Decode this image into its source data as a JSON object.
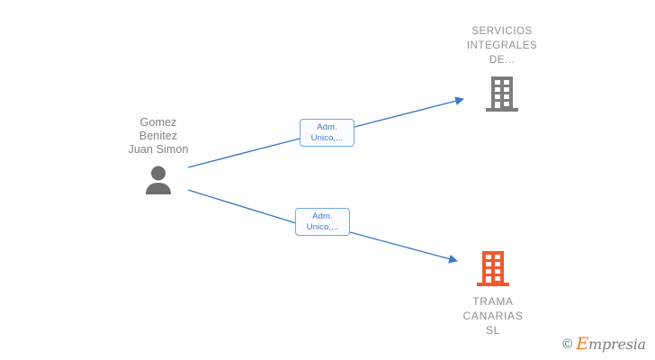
{
  "diagram": {
    "type": "relationship-graph",
    "background": "#ffffff",
    "person": {
      "name": "Gomez\nBenitez\nJuan Simon",
      "icon": "person-icon",
      "icon_color": "#6e6e6e"
    },
    "companies": [
      {
        "name": "SERVICIOS\nINTEGRALES\nDE...",
        "icon": "building-icon",
        "icon_color": "#7d7d7d",
        "label_position": "above"
      },
      {
        "name": "TRAMA\nCANARIAS\nSL",
        "icon": "building-icon",
        "icon_color": "#f4582a",
        "label_position": "below"
      }
    ],
    "edges": [
      {
        "label": "Adm.\nUnico,...",
        "color": "#3a79c9",
        "from": "person",
        "to": "SERVICIOS INTEGRALES DE..."
      },
      {
        "label": "Adm.\nUnico,...",
        "color": "#3a79c9",
        "from": "person",
        "to": "TRAMA CANARIAS SL"
      }
    ]
  },
  "watermark": {
    "copyright": "©",
    "brand_initial": "E",
    "brand_rest": "mpresia"
  }
}
